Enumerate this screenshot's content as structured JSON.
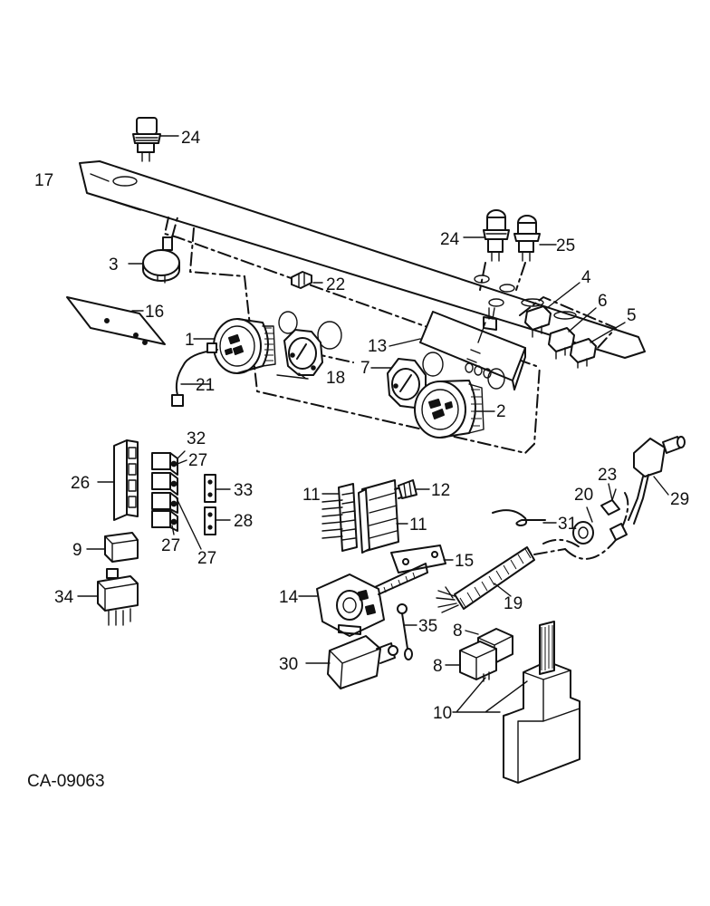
{
  "drawing_code": "CA-09063",
  "callouts": {
    "c1": "1",
    "c2": "2",
    "c3": "3",
    "c4": "4",
    "c5": "5",
    "c6": "6",
    "c7": "7",
    "c8a": "8",
    "c8b": "8",
    "c9": "9",
    "c10": "10",
    "c11a": "11",
    "c11b": "11",
    "c12": "12",
    "c13": "13",
    "c14": "14",
    "c15": "15",
    "c16": "16",
    "c17": "17",
    "c18": "18",
    "c19": "19",
    "c20": "20",
    "c21": "21",
    "c22": "22",
    "c23": "23",
    "c24a": "24",
    "c24b": "24",
    "c25": "25",
    "c26": "26",
    "c27a": "27",
    "c27b": "27",
    "c27c": "27",
    "c28": "28",
    "c29": "29",
    "c30": "30",
    "c31": "31",
    "c32": "32",
    "c33": "33",
    "c34": "34",
    "c35": "35"
  }
}
